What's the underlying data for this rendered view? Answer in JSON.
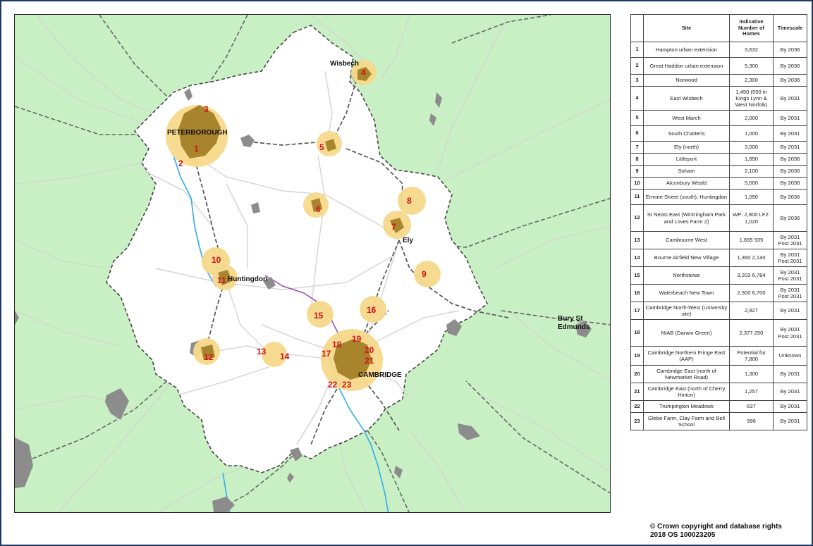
{
  "map": {
    "place_labels": [
      "Wisbech",
      "PETERBOROUGH",
      "Ely",
      "Huntingdon",
      "CAMBRIDGE",
      "Bury St",
      "Edmunds"
    ],
    "colors": {
      "outside": "#c9f0c4",
      "county": "#ffffff",
      "site_circle": "#f6d98a",
      "urban": "#a8842c",
      "town": "#8c8c8c",
      "road": "#d8d8d8",
      "rail": "#555555",
      "river": "#3aaee8",
      "busway": "#9b4fb0",
      "site_label": "#d0101b"
    }
  },
  "table": {
    "headers": [
      "",
      "Site",
      "Indicative Number of Homes",
      "Timescale"
    ],
    "rows": [
      {
        "n": "1",
        "site": "Hampton urban extension",
        "homes": "3,632",
        "time": "By 2036"
      },
      {
        "n": "2",
        "site": "Great Haddon urban extension",
        "homes": "5,300",
        "time": "By 2036"
      },
      {
        "n": "3",
        "site": "Norwood",
        "homes": "2,300",
        "time": "By 2036"
      },
      {
        "n": "4",
        "site": "East Wisbech",
        "homes": "1,450 (550 in Kings Lynn & West Norfolk)",
        "time": "By 2031"
      },
      {
        "n": "5",
        "site": "West March",
        "homes": "2,000",
        "time": "By 2031"
      },
      {
        "n": "6",
        "site": "South Chatteris",
        "homes": "1,000",
        "time": "By 2031"
      },
      {
        "n": "7",
        "site": "Ely (north)",
        "homes": "3,000",
        "time": "By 2031"
      },
      {
        "n": "8",
        "site": "Littleport",
        "homes": "1,850",
        "time": "By 2036"
      },
      {
        "n": "9",
        "site": "Soham",
        "homes": "2,100",
        "time": "By 2036"
      },
      {
        "n": "10",
        "site": "Alconbury Weald",
        "homes": "5,000",
        "time": "By 2036"
      },
      {
        "n": "11",
        "site": "Ermine Street (south), Huntingdon",
        "homes": "1,050",
        "time": "By 2036"
      },
      {
        "n": "12",
        "site": "St Neots East (Wintringham Park and Loves Farm 2)",
        "homes": "WP: 2,800  LF2: 1,020",
        "time": "By 2036"
      },
      {
        "n": "13",
        "site": "Cambourne West",
        "homes": "1,655 935",
        "time": "By 2031 Post 2031"
      },
      {
        "n": "14",
        "site": "Bourne Airfield New Village",
        "homes": "1,360 2,140",
        "time": "By 2031 Post 2031"
      },
      {
        "n": "15",
        "site": "Northstowe",
        "homes": "3,203 6,784",
        "time": "By 2031 Post 2031"
      },
      {
        "n": "16",
        "site": "Waterbeach New Town",
        "homes": "2,300 6,700",
        "time": "By 2031 Post 2031"
      },
      {
        "n": "17",
        "site": "Cambridge North-West (University site)",
        "homes": "2,927",
        "time": "By 2031"
      },
      {
        "n": "18",
        "site": "NIAB (Darwin Green)",
        "homes": "2,377  250",
        "time": "By 2031  Post 2031"
      },
      {
        "n": "19",
        "site": "Cambridge Northern Fringe East (AAP)",
        "homes": "Potential for 7,800",
        "time": "Unknown"
      },
      {
        "n": "20",
        "site": "Cambridge East (north of Newmarket Road)",
        "homes": "1,300",
        "time": "By 2031"
      },
      {
        "n": "21",
        "site": "Cambridge East (north of Cherry Hinton)",
        "homes": "1,257",
        "time": "By 2031"
      },
      {
        "n": "22",
        "site": "Trumpington Meadows",
        "homes": "637",
        "time": "By 2031"
      },
      {
        "n": "23",
        "site": "Glebe Farm, Clay Farm and Bell School",
        "homes": "996",
        "time": "By 2031"
      }
    ]
  },
  "copyright": {
    "line1": "© Crown copyright and database rights",
    "line2": "2018 OS 100023205"
  }
}
